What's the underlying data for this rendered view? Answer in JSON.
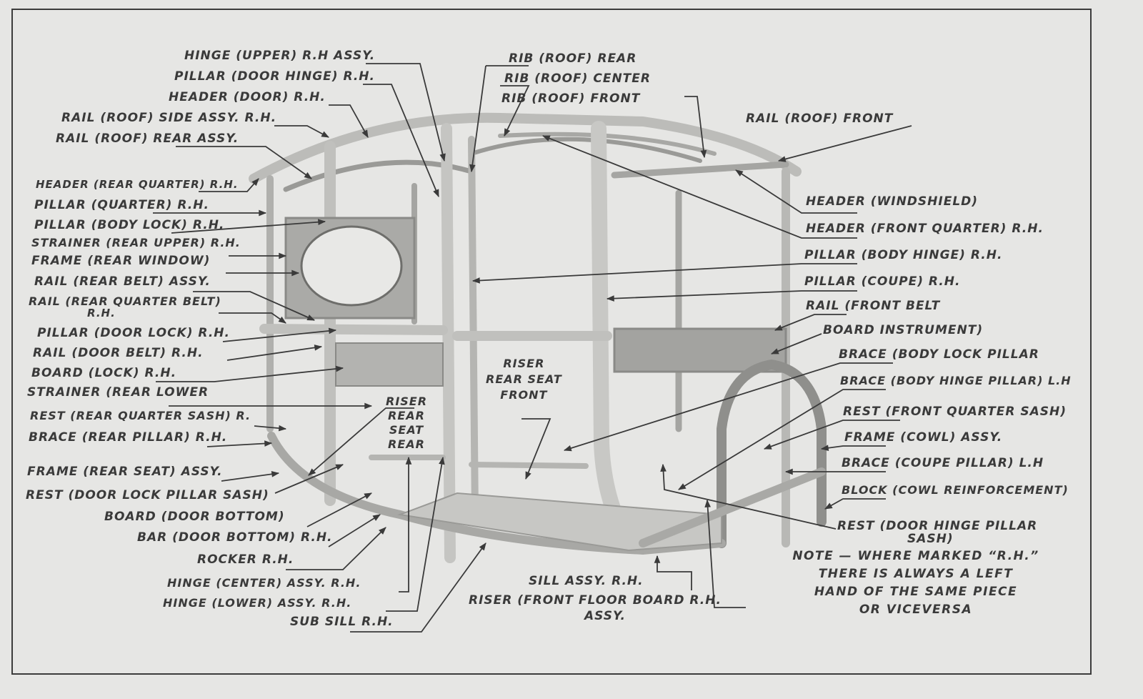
{
  "diagram": {
    "subject": "Automobile body wood frame assembly (right hand side view)",
    "labels_left": [
      {
        "id": "hinge-upper",
        "text": "HINGE (UPPER) R.H ASSY."
      },
      {
        "id": "pillar-door-hinge",
        "text": "PILLAR (DOOR HINGE) R.H."
      },
      {
        "id": "header-door",
        "text": "HEADER (DOOR) R.H."
      },
      {
        "id": "rail-roof-side",
        "text": "RAIL (ROOF) SIDE ASSY. R.H."
      },
      {
        "id": "rail-roof-rear",
        "text": "RAIL (ROOF) REAR ASSY."
      },
      {
        "id": "header-rear-quarter",
        "text": "HEADER (REAR QUARTER) R.H."
      },
      {
        "id": "pillar-quarter",
        "text": "PILLAR (QUARTER) R.H."
      },
      {
        "id": "pillar-body-lock",
        "text": "PILLAR (BODY LOCK) R.H."
      },
      {
        "id": "strainer-rear-upper",
        "text": "STRAINER (REAR UPPER) R.H."
      },
      {
        "id": "frame-rear-window",
        "text": "FRAME (REAR WINDOW)"
      },
      {
        "id": "rail-rear-belt",
        "text": "RAIL (REAR BELT) ASSY."
      },
      {
        "id": "rail-rear-quarter-belt",
        "text": "RAIL (REAR QUARTER BELT)",
        "text2": "R.H."
      },
      {
        "id": "pillar-door-lock",
        "text": "PILLAR (DOOR LOCK) R.H."
      },
      {
        "id": "rail-door-belt",
        "text": "RAIL (DOOR BELT) R.H."
      },
      {
        "id": "board-lock",
        "text": "BOARD (LOCK) R.H."
      },
      {
        "id": "strainer-rear-lower",
        "text": "STRAINER (REAR LOWER"
      },
      {
        "id": "rest-rear-quarter-sash",
        "text": "REST (REAR QUARTER SASH) R."
      },
      {
        "id": "brace-rear-pillar",
        "text": "BRACE (REAR PILLAR) R.H."
      },
      {
        "id": "frame-rear-seat",
        "text": "FRAME (REAR SEAT) ASSY."
      },
      {
        "id": "rest-door-lock-pillar-sash",
        "text": "REST (DOOR LOCK PILLAR SASH)"
      },
      {
        "id": "board-door-bottom",
        "text": "BOARD (DOOR BOTTOM)"
      },
      {
        "id": "bar-door-bottom",
        "text": "BAR (DOOR BOTTOM) R.H."
      },
      {
        "id": "rocker",
        "text": "ROCKER R.H."
      },
      {
        "id": "hinge-center",
        "text": "HINGE (CENTER) ASSY. R.H."
      },
      {
        "id": "hinge-lower",
        "text": "HINGE (LOWER) ASSY. R.H."
      },
      {
        "id": "sub-sill",
        "text": "SUB SILL R.H."
      }
    ],
    "labels_top": [
      {
        "id": "rib-roof-rear",
        "text": "RIB (ROOF) REAR"
      },
      {
        "id": "rib-roof-center",
        "text": "RIB (ROOF) CENTER"
      },
      {
        "id": "rib-roof-front",
        "text": "RIB (ROOF) FRONT"
      },
      {
        "id": "rail-roof-front",
        "text": "RAIL (ROOF) FRONT"
      }
    ],
    "labels_right": [
      {
        "id": "header-windshield",
        "text": "HEADER (WINDSHIELD)"
      },
      {
        "id": "header-front-quarter",
        "text": "HEADER (FRONT QUARTER) R.H."
      },
      {
        "id": "pillar-body-hinge",
        "text": "PILLAR (BODY HINGE) R.H."
      },
      {
        "id": "pillar-coupe",
        "text": "PILLAR (COUPE) R.H."
      },
      {
        "id": "rail-front-belt",
        "text": "RAIL (FRONT BELT"
      },
      {
        "id": "board-instrument",
        "text": "BOARD INSTRUMENT)"
      },
      {
        "id": "brace-body-lock-pillar",
        "text": "BRACE (BODY LOCK PILLAR"
      },
      {
        "id": "brace-body-hinge-pillar",
        "text": "BRACE (BODY HINGE PILLAR) L.H"
      },
      {
        "id": "rest-front-quarter-sash",
        "text": "REST (FRONT QUARTER SASH)"
      },
      {
        "id": "frame-cowl",
        "text": "FRAME (COWL) ASSY."
      },
      {
        "id": "brace-coupe-pillar",
        "text": "BRACE (COUPE PILLAR) L.H"
      },
      {
        "id": "block-cowl-reinforcement",
        "text": "BLOCK (COWL REINFORCEMENT)"
      },
      {
        "id": "rest-door-hinge-pillar-sash",
        "text": "REST (DOOR HINGE PILLAR",
        "text2": "SASH)"
      }
    ],
    "labels_center": [
      {
        "id": "riser-rear-seat-rear",
        "lines": [
          "RISER",
          "REAR",
          "SEAT",
          "REAR"
        ]
      },
      {
        "id": "riser-rear-seat-front",
        "lines": [
          "RISER",
          "REAR SEAT",
          "FRONT"
        ]
      }
    ],
    "labels_bottom": [
      {
        "id": "sill-assy",
        "text": "SILL ASSY. R.H."
      },
      {
        "id": "riser-front-floor-board",
        "text": "RISER (FRONT FLOOR BOARD R.H.",
        "text2": "ASSY."
      }
    ],
    "note": {
      "lines": [
        "NOTE — WHERE MARKED “R.H.”",
        "THERE IS ALWAYS A LEFT",
        "HAND OF THE SAME PIECE",
        "OR VICEVERSA"
      ]
    },
    "colors": {
      "paper": "#e6e6e4",
      "ink": "#3a3a3a",
      "wood": "#cfcfcc",
      "wood_dark": "#9a9a97"
    }
  }
}
